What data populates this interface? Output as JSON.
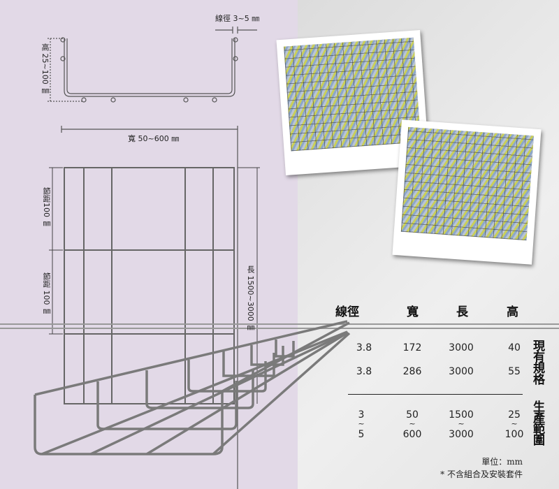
{
  "drawing": {
    "wire_diameter_label": "線徑 3~5 ㎜",
    "height_label": "高 25~100 ㎜",
    "width_label": "寬 50~600 ㎜",
    "pitch_label_1": "節距100 ㎜",
    "pitch_label_2": "節距 100 ㎜",
    "length_label": "長 1500~3000 ㎜"
  },
  "table": {
    "headers": [
      "線徑",
      "寬",
      "長",
      "高"
    ],
    "existing_label": "現有規格",
    "existing_rows": [
      [
        "3.8",
        "172",
        "3000",
        "40"
      ],
      [
        "3.8",
        "286",
        "3000",
        "55"
      ]
    ],
    "range_label": "生產範圍",
    "range_min": [
      "3",
      "50",
      "1500",
      "25"
    ],
    "range_sep": "~",
    "range_max": [
      "5",
      "600",
      "3000",
      "100"
    ],
    "unit": "單位：mm",
    "footnote": "* 不含組合及安裝套件"
  },
  "colors": {
    "left_bg": "#e2d9e7",
    "right_bg": "#e6e6e6",
    "wire": "#7a7a7a"
  }
}
